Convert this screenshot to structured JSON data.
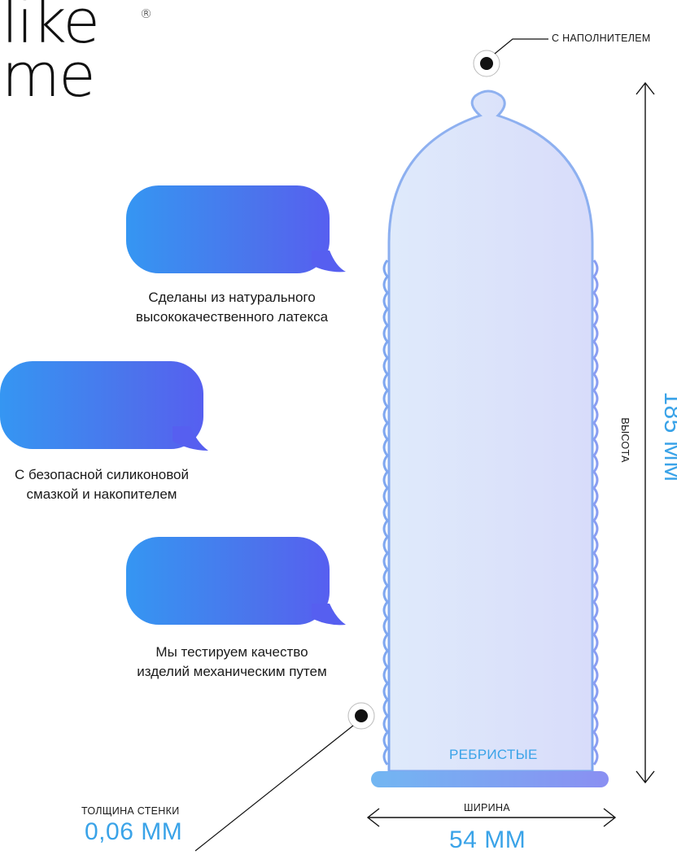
{
  "brand": {
    "logo_line1": "like",
    "logo_line2": "me",
    "registered": "®"
  },
  "features": [
    {
      "icon": "banana-icon",
      "caption_line1": "Сделаны из натурального",
      "caption_line2": "высококачественного латекса"
    },
    {
      "icon": "droplet-recycle-icon",
      "caption_line1": "С безопасной силиконовой",
      "caption_line2": "смазкой и накопителем"
    },
    {
      "icon": "gear-icon",
      "caption_line1": "Мы тестируем качество",
      "caption_line2": "изделий механическим путем"
    }
  ],
  "product": {
    "reservoir_label": "С НАПОЛНИТЕЛЕМ",
    "texture_label": "РЕБРИСТЫЕ",
    "height_label": "ВЫСОТА",
    "height_value": "185 ММ",
    "width_label": "ШИРИНА",
    "width_value": "54 ММ",
    "thickness_label": "ТОЛЩИНА СТЕНКИ",
    "thickness_value": "0,06 ММ"
  },
  "colors": {
    "accent_blue": "#3aa3e8",
    "bubble_start": "#3596f2",
    "bubble_end": "#565ff0"
  }
}
